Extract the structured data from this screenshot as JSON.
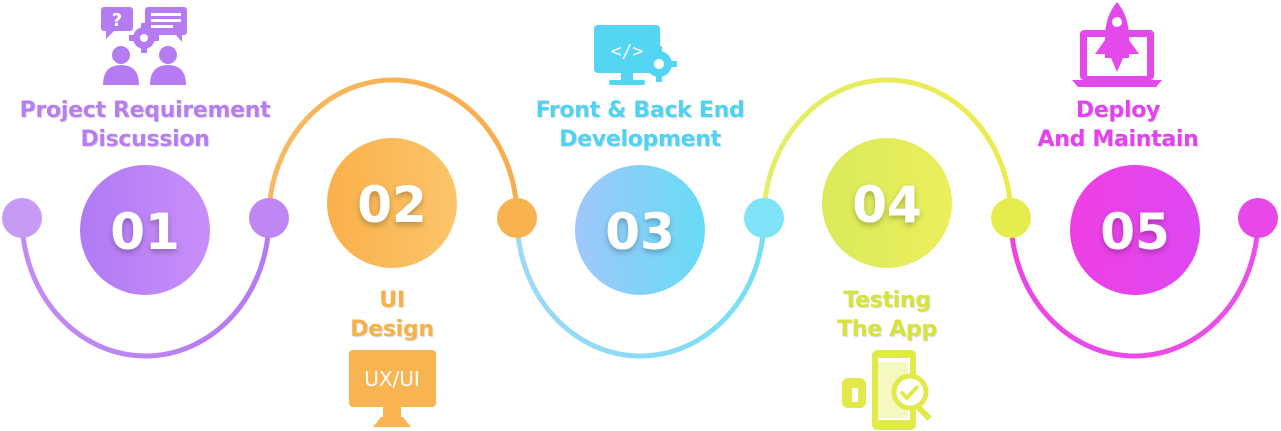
{
  "steps": [
    {
      "number": "01",
      "title_line1": "Project Requirement",
      "title_line2": "Discussion",
      "icon": "discussion-people-gear-icon",
      "color": "#b87cf3"
    },
    {
      "number": "02",
      "title_line1": "UI",
      "title_line2": "Design",
      "icon_text": "UX/UI",
      "icon": "ux-ui-monitor-icon",
      "color": "#f6b14a"
    },
    {
      "number": "03",
      "title_line1": "Front & Back End",
      "title_line2": "Development",
      "icon": "code-monitor-gear-icon",
      "color": "#4ed4f2"
    },
    {
      "number": "04",
      "title_line1": "Testing",
      "title_line2": "The App",
      "icon": "phone-checklist-icon",
      "color": "#d8e23c"
    },
    {
      "number": "05",
      "title_line1": "Deploy",
      "title_line2": "And Maintain",
      "icon": "rocket-laptop-icon",
      "color": "#e541f0"
    }
  ]
}
